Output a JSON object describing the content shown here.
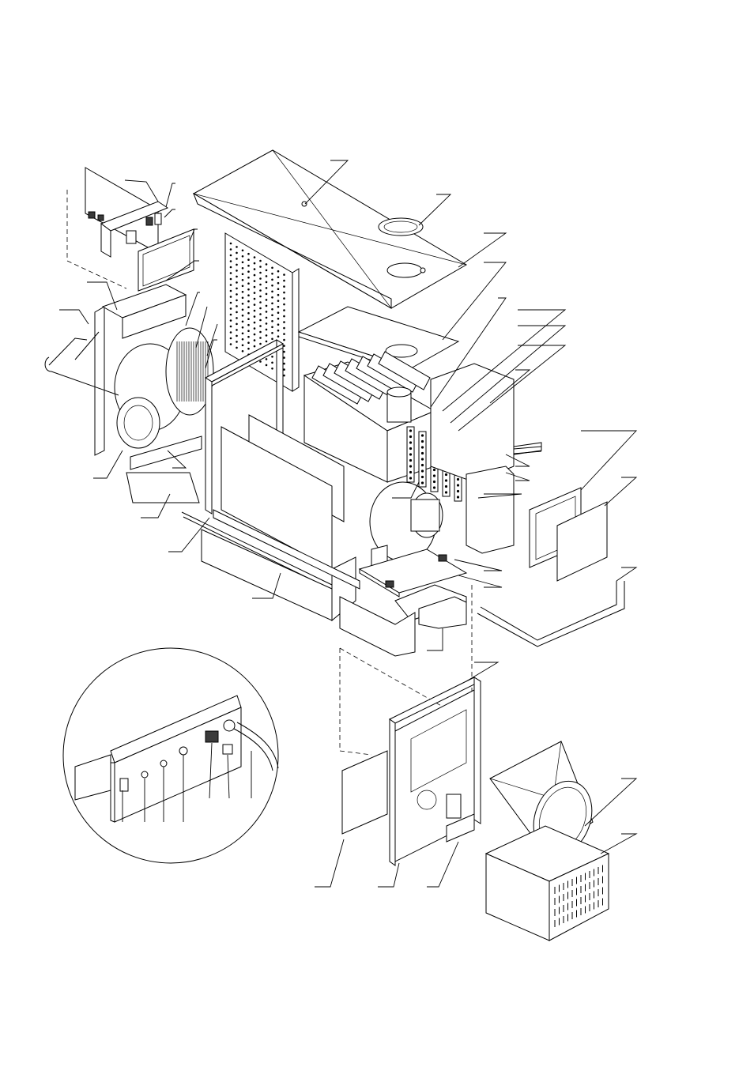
{
  "figure": {
    "type": "exploded-assembly-drawing",
    "labels_text": "none",
    "callout_count": 46
  },
  "colors": {
    "line": "#000000",
    "background": "#ffffff",
    "shade": "#e6e6e6"
  }
}
